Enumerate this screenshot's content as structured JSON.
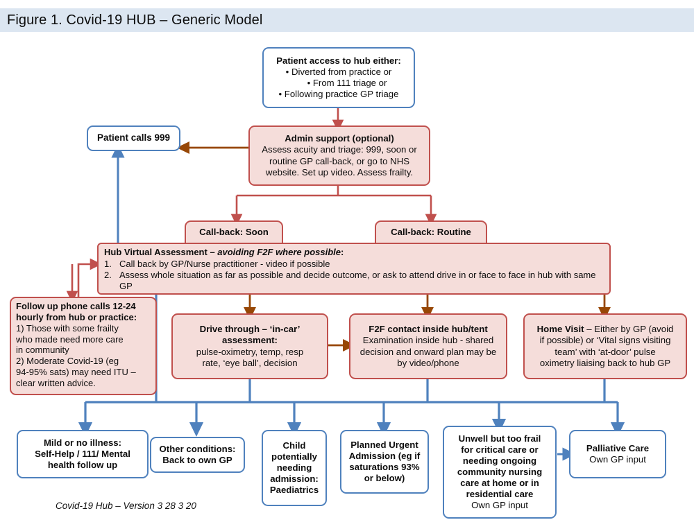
{
  "figure": {
    "title": "Figure 1. Covid-19 HUB – Generic Model",
    "caption": "Covid-19 Hub – Version 3  28 3 20",
    "title_bar_color": "#dce6f1",
    "blue_node_color": "#4f81bd",
    "red_node_border": "#c0504d",
    "red_node_fill": "#f5ddda",
    "brown_arrow_color": "#974706"
  },
  "nodes": {
    "patient_access": {
      "heading": "Patient access to hub either:",
      "bullets": [
        "•   Diverted from practice or",
        "•   From 111 triage or",
        "•   Following practice GP triage"
      ]
    },
    "patient_calls_999": {
      "label": "Patient calls 999"
    },
    "admin_support": {
      "heading": "Admin support (optional)",
      "lines": [
        "Assess acuity and triage: 999, soon or",
        "routine GP call-back, or go to NHS",
        "website. Set up video. Assess frailty."
      ]
    },
    "callback_soon": {
      "label": "Call-back: Soon"
    },
    "callback_routine": {
      "label": "Call-back: Routine"
    },
    "hub_virtual_assessment": {
      "heading_plain": "Hub Virtual Assessment – ",
      "heading_italic": "avoiding F2F where possible",
      "heading_tail": ":",
      "items": [
        {
          "num": "1.",
          "text": "Call back by GP/Nurse practitioner  - video if possible"
        },
        {
          "num": "2.",
          "text": "Assess whole situation as far as possible and decide outcome, or ask to attend drive in or face to face in hub with same GP"
        }
      ]
    },
    "follow_up_calls": {
      "heading_l1": "Follow up phone calls 12-24",
      "heading_l2": "hourly from hub or practice:",
      "lines": [
        "1) Those with some frailty",
        "who made need more care",
        "in community",
        "2) Moderate Covid-19 (eg",
        "94-95% sats) may need ITU –",
        "clear written advice."
      ]
    },
    "drive_through": {
      "heading_l1": "Drive through – ‘in-car’",
      "heading_l2": "assessment:",
      "lines": [
        "pulse-oximetry, temp,  resp",
        "rate, ‘eye ball’, decision"
      ]
    },
    "f2f_contact": {
      "heading": "F2F contact inside hub/tent",
      "lines": [
        "Examination inside hub - shared",
        "decision and onward plan may be",
        "by video/phone"
      ]
    },
    "home_visit": {
      "heading": "Home Visit",
      "lines": [
        " – Either by GP (avoid",
        "if possible) or ‘Vital signs visiting",
        "team’ with ‘at-door’ pulse",
        "oximetry liaising back to hub GP"
      ]
    },
    "mild_or_no_illness": {
      "lines": [
        "Mild or no illness:",
        "Self-Help / 111/ Mental",
        "health follow up"
      ]
    },
    "other_conditions": {
      "lines": [
        "Other conditions:",
        "Back to own GP"
      ]
    },
    "child_admission": {
      "lines": [
        "Child",
        "potentially",
        "needing",
        "admission:",
        "Paediatrics"
      ]
    },
    "planned_urgent_admission": {
      "lines": [
        "Planned Urgent",
        "Admission (eg if",
        "saturations 93%",
        "or below)"
      ]
    },
    "unwell_too_frail": {
      "lines": [
        "Unwell but too frail",
        "for critical care or",
        "needing ongoing",
        "community nursing",
        "care  at home or in",
        "residential care"
      ],
      "subline": "Own GP input"
    },
    "palliative_care": {
      "heading": "Palliative Care",
      "subline": "Own GP input"
    }
  }
}
